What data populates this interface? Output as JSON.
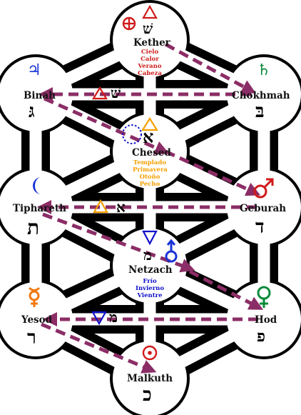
{
  "colors": {
    "fire": "#d11a1a",
    "air": "#f5a000",
    "water": "#1010cc",
    "arrow": "#8b2d66",
    "jupiter": "#1a33d6",
    "saturn": "#0a8a3a",
    "moon": "#1a33d6",
    "mars": "#d11a1a",
    "mercury": "#f07a10",
    "venus": "#0a8a3a"
  },
  "sephiroth": {
    "kether": {
      "name": "Kether",
      "letter": "שׁ",
      "planet_icon": "earth-icon",
      "element_icon": "fire-triangle-icon",
      "qualities": [
        "Cielo",
        "Calor",
        "Verano",
        "Cabeza"
      ]
    },
    "chokhmah": {
      "name": "Chokhmah",
      "letter": "בּ",
      "planet_icon": "saturn-icon"
    },
    "binah": {
      "name": "Binah",
      "letter": "גּ",
      "planet_icon": "jupiter-icon"
    },
    "chesed": {
      "name": "Chesed",
      "letter": "א",
      "planet_icon": "dotted-circle-icon",
      "element_icon": "air-triangle-icon",
      "qualities": [
        "Templado",
        "Primavera",
        "Otoño",
        "Pecho"
      ]
    },
    "geburah": {
      "name": "Geburah",
      "letter": "ד",
      "planet_icon": "mars-icon"
    },
    "tiphareth": {
      "name": "Tiphareth",
      "letter": "ת",
      "planet_icon": "moon-icon"
    },
    "netzach": {
      "name": "Netzach",
      "letter": "מ",
      "planet_icon": "uranus-icon",
      "element_icon": "water-triangle-icon",
      "qualities": [
        "Frío",
        "Invierno",
        "Vientre"
      ]
    },
    "yesod": {
      "name": "Yesod",
      "letter": "ר",
      "planet_icon": "mercury-icon"
    },
    "hod": {
      "name": "Hod",
      "letter": "פ",
      "planet_icon": "venus-icon"
    },
    "malkuth": {
      "name": "Malkuth",
      "letter": "כ",
      "planet_icon": "sun-icon"
    }
  },
  "paths": {
    "fire_path": {
      "letter": "שׁ",
      "element_icon": "fire-triangle-icon"
    },
    "air_path": {
      "letter": "א",
      "element_icon": "air-triangle-icon"
    },
    "water_path": {
      "letter": "מ",
      "element_icon": "water-triangle-icon"
    }
  },
  "arrows": [
    "Kether to Chokhmah",
    "Chokhmah to Binah",
    "Binah to Chesed",
    "Chesed to Geburah",
    "Geburah to Tiphareth",
    "Tiphareth to Netzach",
    "Netzach to Hod",
    "Hod to Yesod",
    "Yesod to Malkuth"
  ]
}
